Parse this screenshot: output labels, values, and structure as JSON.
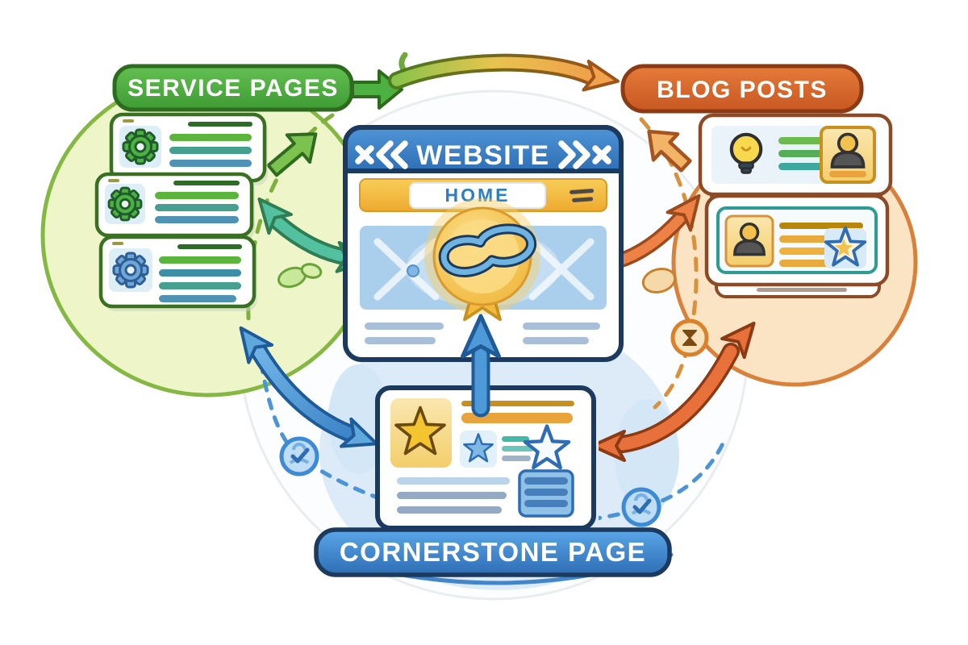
{
  "labels": {
    "service_pages": "SERVICE PAGES",
    "blog_posts": "BLOG POSTS",
    "website": "WEBSITE",
    "home": "HOME",
    "cornerstone_page": "CORNERSTONE PAGE"
  },
  "colors": {
    "green": "#43A536",
    "green_dark": "#2F6B1F",
    "green_blob": "#EDF5C9",
    "teal": "#53C0A0",
    "orange": "#D9682E",
    "orange_dark": "#8C3A14",
    "orange_blob": "#FAE4C4",
    "blue": "#2E7FC2",
    "blue_dark": "#1C3A5E",
    "blue_blob": "#DDEBF8",
    "gold": "#F2C14E",
    "white": "#FFFFFF"
  },
  "diagram": {
    "description": "Internal linking structure illustration: central website with home page connected to service pages, blog posts and a cornerstone page by colored arrows and dashed orbit paths",
    "nodes": [
      {
        "id": "service-pages",
        "label": "SERVICE PAGES",
        "color": "#43A536",
        "card_count": 3,
        "card_icons": [
          "gear-icon",
          "gear-icon",
          "gear-icon"
        ]
      },
      {
        "id": "website",
        "label": "WEBSITE",
        "color": "#2E7FC2",
        "nav_label": "HOME",
        "center_icon": "award-badge-icon"
      },
      {
        "id": "blog-posts",
        "label": "BLOG POSTS",
        "color": "#D9682E",
        "card_count": 2,
        "card_icons": [
          "lightbulb-icon",
          "author-avatar-icon",
          "star-icon"
        ]
      },
      {
        "id": "cornerstone-page",
        "label": "CORNERSTONE PAGE",
        "color": "#2E7FC2",
        "card_icons": [
          "star-icon",
          "document-icon",
          "star-outline-icon"
        ]
      }
    ],
    "connections": [
      {
        "from": "service-pages",
        "to": "blog-posts",
        "bidirectional": false,
        "style": "green-to-orange gradient arc over the top"
      },
      {
        "from": "service-pages",
        "to": "website",
        "bidirectional": true,
        "style": "teal curved double-headed arrow"
      },
      {
        "from": "website",
        "to": "blog-posts",
        "bidirectional": false,
        "style": "orange curved arrows"
      },
      {
        "from": "cornerstone-page",
        "to": "website",
        "bidirectional": false,
        "style": "blue straight arrow pointing up"
      },
      {
        "from": "cornerstone-page",
        "to": "service-pages",
        "bidirectional": true,
        "style": "blue curved double-headed arrow"
      },
      {
        "from": "cornerstone-page",
        "to": "blog-posts",
        "bidirectional": true,
        "style": "orange curved double-headed arrow"
      }
    ]
  }
}
